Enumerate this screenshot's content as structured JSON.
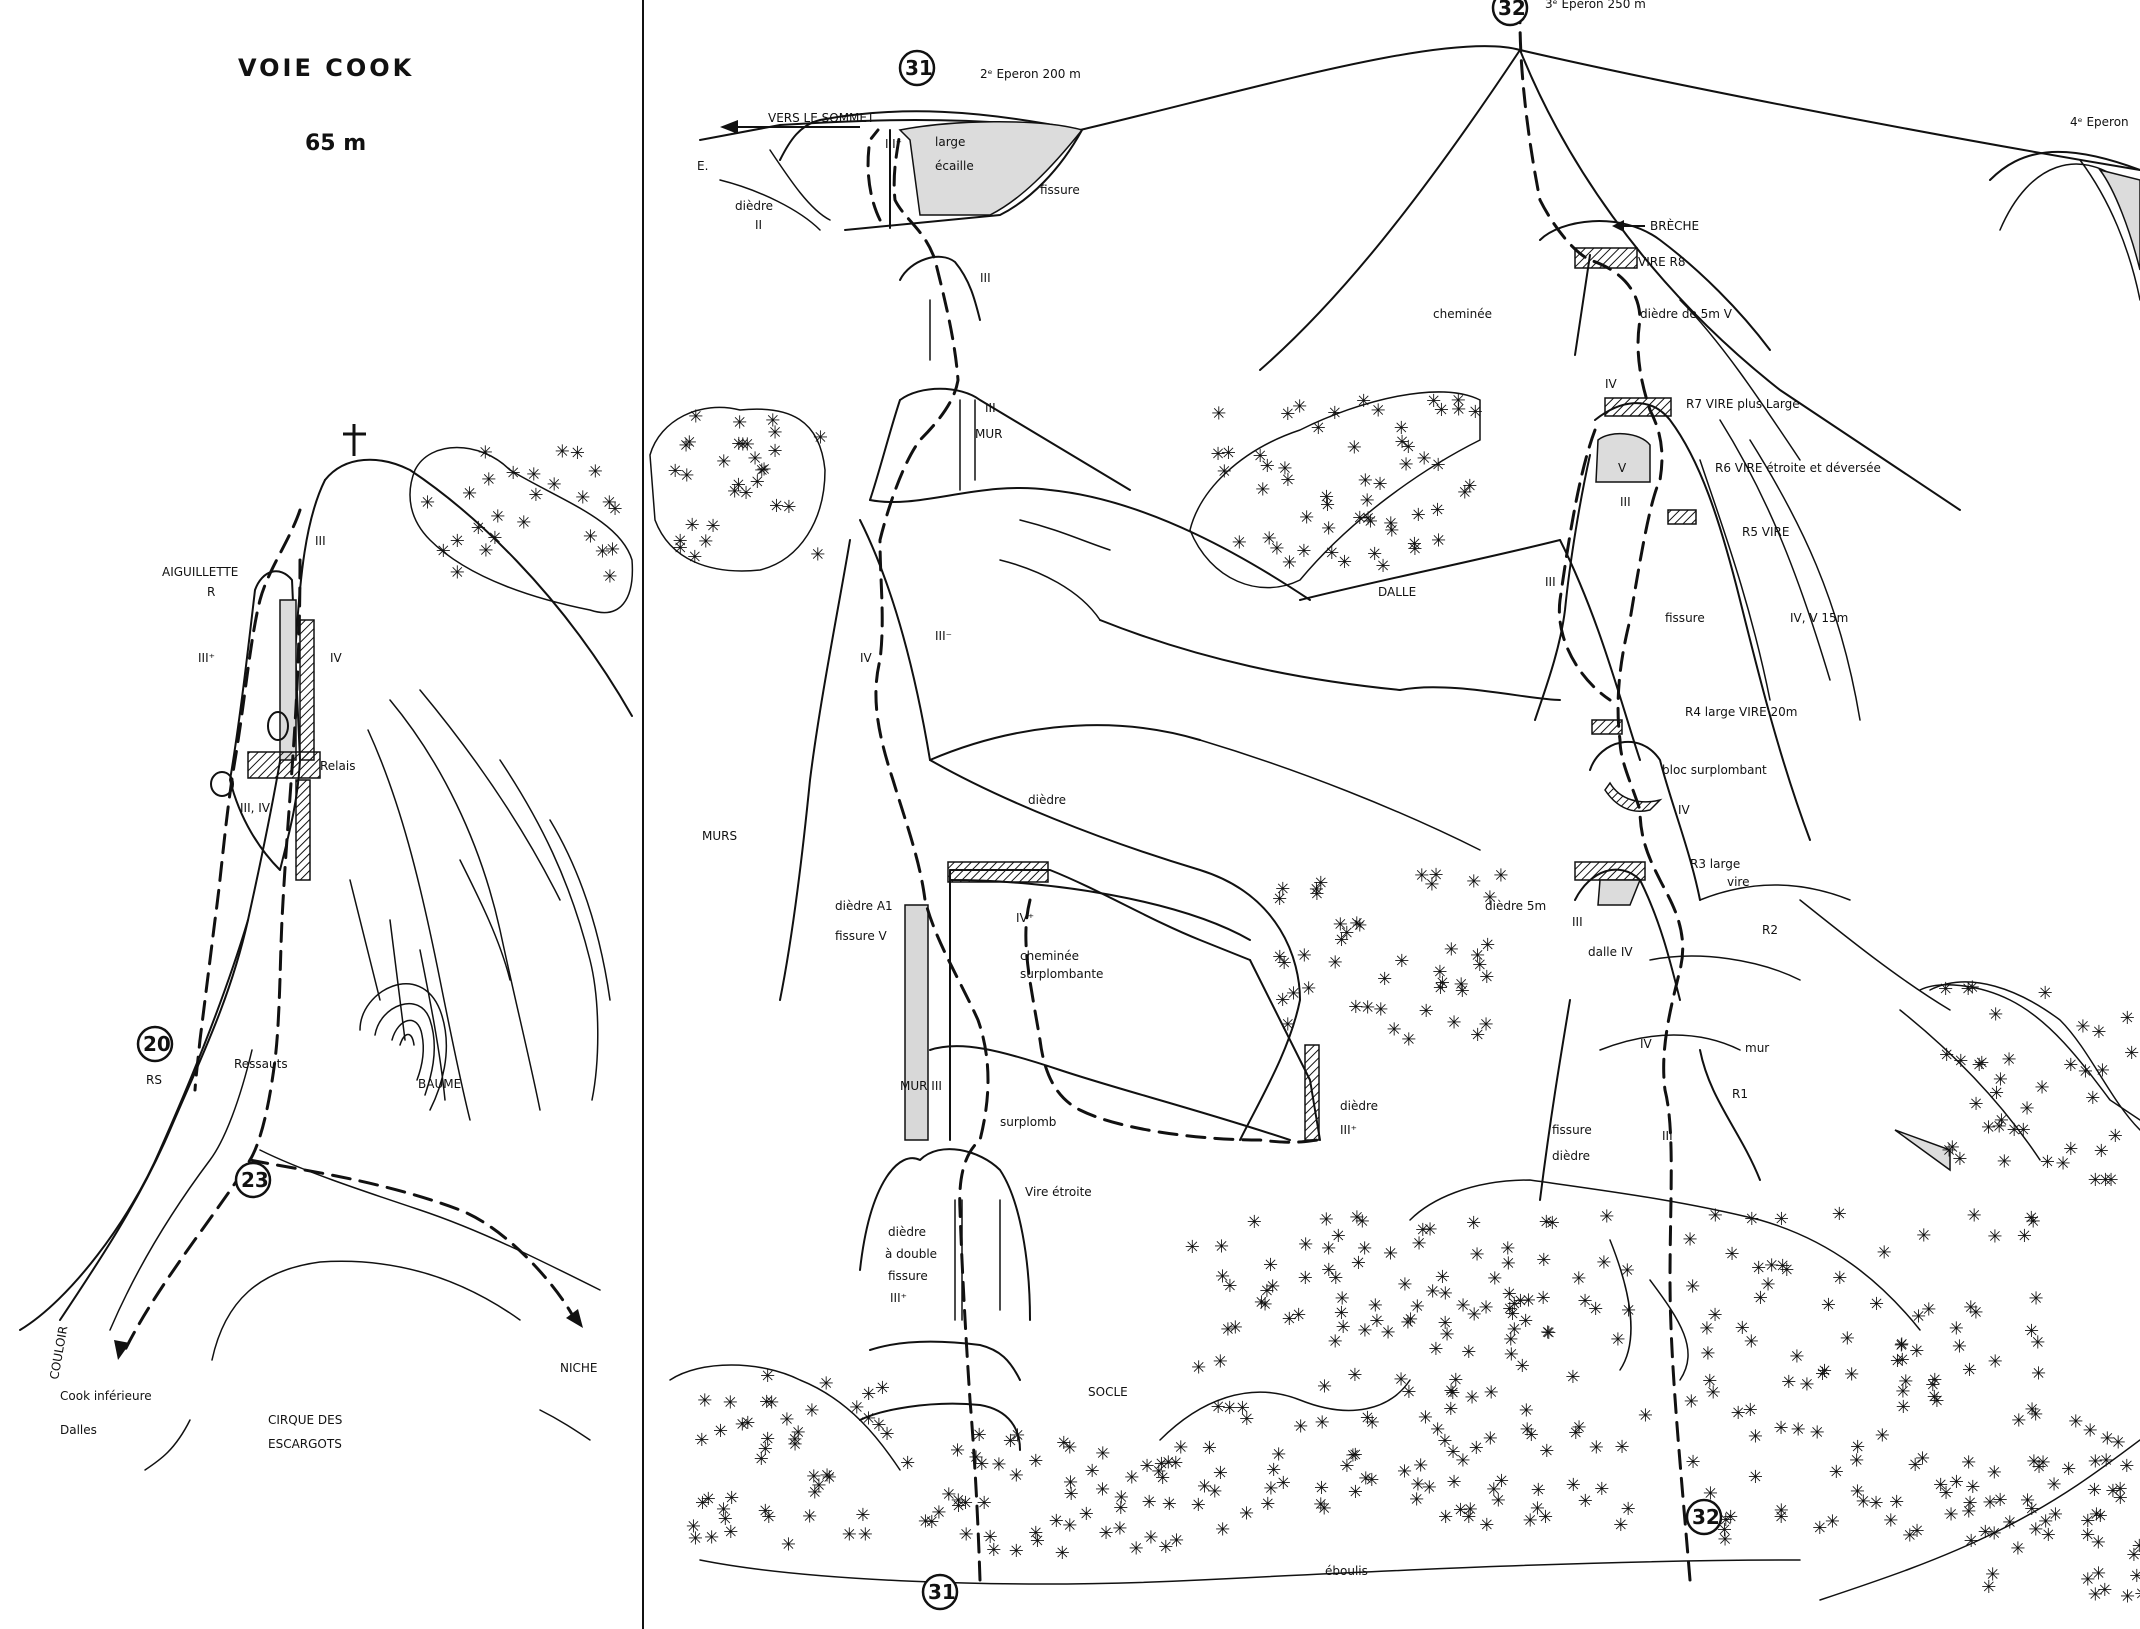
{
  "left_panel": {
    "title": "VOIE COOK",
    "height": "65 m",
    "labels": {
      "aiguillette": "AIGUILLETTE",
      "r": "R",
      "grade_iii_plus": "III⁺",
      "grade_iii": "III",
      "grade_iv": "IV",
      "relais": "Relais",
      "grade_iii_iv": "III, IV",
      "rs": "RS",
      "ressauts": "Ressauts",
      "baume": "BAUME",
      "couloir": "COULOIR",
      "cook_inferieure": "Cook inférieure",
      "dalles": "Dalles",
      "cirque": "CIRQUE DES",
      "escargots": "ESCARGOTS",
      "niche": "NICHE"
    },
    "markers": [
      "20",
      "23"
    ]
  },
  "right_panel": {
    "eperon2": "2ᵉ Eperon 200 m",
    "eperon3": "3ᵉ Eperon 250 m",
    "eperon4": "4ᵉ Eperon",
    "markers": [
      "31",
      "32",
      "32",
      "31"
    ],
    "labels": {
      "vers_sommet": "VERS LE SOMMET",
      "e": "E.",
      "iii_plus_top": "III⁺",
      "large_ecaille": "large",
      "ecaille": "écaille",
      "fissure_top": "fissure",
      "diedre_top": "dièdre",
      "ii": "II",
      "iii_a": "III",
      "iii_b": "III",
      "mur": "MUR",
      "breche": "BRÈCHE",
      "vire_r8": "VIRE R8",
      "cheminee": "cheminée",
      "diedre_5m_v": "dièdre de 5m V",
      "iv_r7": "IV",
      "r7": "R7  VIRE plus Large",
      "v": "V",
      "r6": "R6  VIRE étroite et déversée",
      "iii_r6": "III",
      "r5": "R5  VIRE",
      "iii_r5": "III",
      "fissure_iv_v": "fissure",
      "iv_v_15m": "IV, V  15m",
      "dalle": "DALLE",
      "r4": "R4  large VIRE 20m",
      "bloc": "bloc surplombant",
      "iv_bloc": "IV",
      "r3": "R3  large",
      "vire_r3": "vire",
      "diedre_5m": "dièdre 5m",
      "iii_dalle": "III",
      "dalle_iv": "dalle IV",
      "r2": "R2",
      "iv_mur": "IV",
      "mur_r1": "mur",
      "r1": "R1",
      "fissure_diedre": "fissure",
      "diedre_r1": "dièdre",
      "iii_r1": "III",
      "iii_minus": "III⁻",
      "iv_left": "IV",
      "diedre_mid": "dièdre",
      "murs": "MURS",
      "diedre_a1": "dièdre A1",
      "fissure_v": "fissure V",
      "iv_plus": "IV⁺",
      "cheminee_s": "cheminée",
      "surplombante": "surplombante",
      "mur_iii": "MUR III",
      "surplomb": "surplomb",
      "diedre_iii_plus": "dièdre",
      "iii_plus_d": "III⁺",
      "vire_etroite": "Vire étroite",
      "diedre_double": "dièdre",
      "a_double": "à double",
      "fissure_dd": "fissure",
      "iii_plus_dd": "III⁺",
      "socle": "SOCLE",
      "eboulis": "éboulis"
    }
  }
}
